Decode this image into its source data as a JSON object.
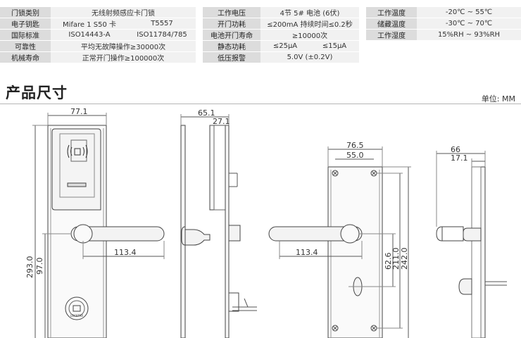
{
  "specs": {
    "table1": [
      [
        "门锁类别",
        "无线射频感应卡门锁",
        ""
      ],
      [
        "电子钥匙",
        "Mifare 1 S50 卡",
        "T5557"
      ],
      [
        "国际标准",
        "ISO14443-A",
        "ISO11784/785"
      ],
      [
        "可靠性",
        "平均无故障操作≥30000次",
        ""
      ],
      [
        "机械寿命",
        "正常开门操作≥100000次",
        ""
      ]
    ],
    "table2": [
      [
        "工作电压",
        "4节 5# 电池 (6伏)",
        ""
      ],
      [
        "开门功耗",
        "≤200mA 持续时间≤0.2秒",
        ""
      ],
      [
        "电池开门寿命",
        "≥10000次",
        ""
      ],
      [
        "静态功耗",
        "≤25μA",
        "≤15μA"
      ],
      [
        "低压报警",
        "5.0V (±0.2V)",
        ""
      ]
    ],
    "table3": [
      [
        "工作温度",
        "-20℃ ~ 55℃"
      ],
      [
        "储藏温度",
        "-30℃ ~ 70℃"
      ],
      [
        "工作湿度",
        "15%RH ~ 93%RH"
      ]
    ]
  },
  "section_title": "产品尺寸",
  "unit_label": "单位: MM",
  "dimensions": {
    "front_width": "77.1",
    "front_handle": "113.4",
    "front_height": "293.0",
    "front_lower": "97.0",
    "side_depth": "65.1",
    "side_plate": "27.1",
    "back_plate": "76.5",
    "back_holes": "55.0",
    "back_handle": "113.4",
    "back_h1": "62.6",
    "back_h2": "211.0",
    "back_h3": "242.0",
    "right_depth": "66",
    "right_plate": "17.1"
  },
  "brand_mark": "LOCSTAR"
}
